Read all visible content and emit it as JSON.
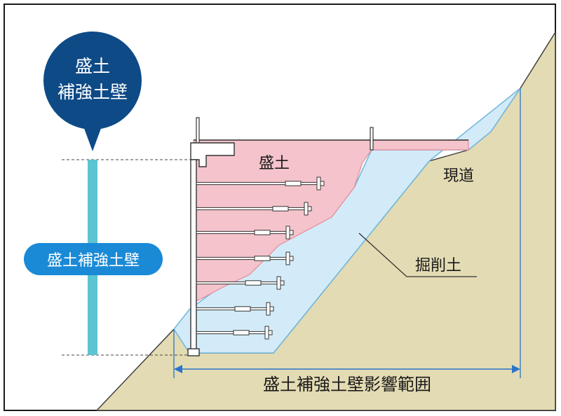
{
  "badge": {
    "line1": "盛土",
    "line2": "補強土壁"
  },
  "labels": {
    "morido": "盛土",
    "gendo": "現道",
    "kussakudo": "掘削土",
    "wall_pill": "盛土補強土壁",
    "influence_range": "盛土補強土壁影響範囲"
  },
  "colors": {
    "badge_navy": "#0e4a86",
    "pill_blue": "#1a8ad6",
    "height_bar": "#5cc4d2",
    "fill_pink": "#f4c3cb",
    "excavation_blue": "#d3ebf8",
    "excavation_outline": "#74b9df",
    "ground_tan": "#e3dbb3",
    "range_line": "#2b74c9"
  }
}
